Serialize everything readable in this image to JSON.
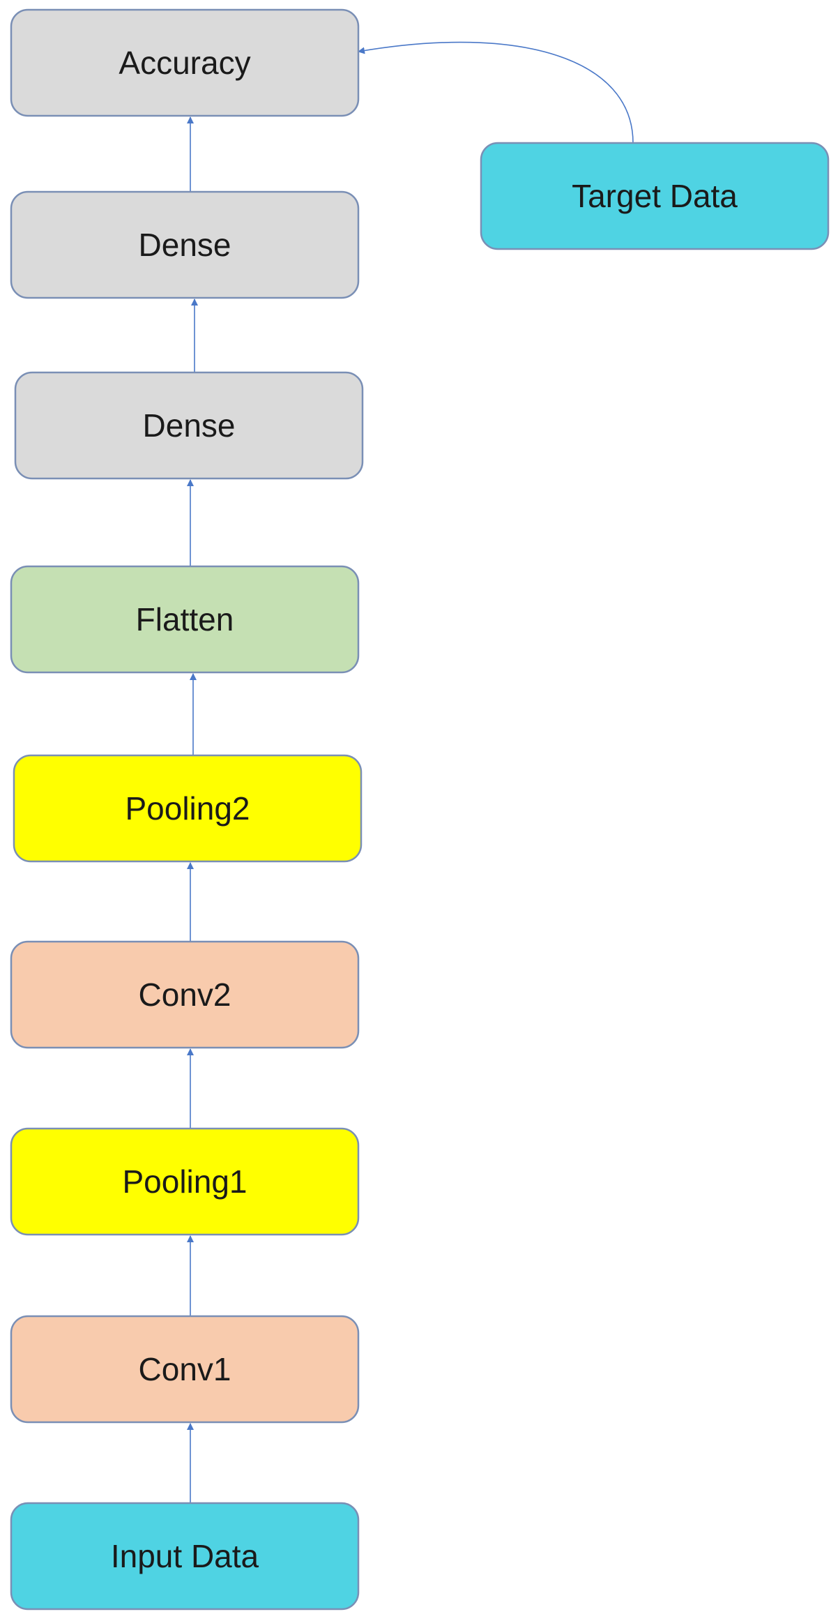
{
  "nodes": [
    {
      "id": "accuracy",
      "label": "Accuracy",
      "fill": "#dadada"
    },
    {
      "id": "dense2",
      "label": "Dense",
      "fill": "#dadada"
    },
    {
      "id": "dense1",
      "label": "Dense",
      "fill": "#dadada"
    },
    {
      "id": "flatten",
      "label": "Flatten",
      "fill": "#c5e0b3"
    },
    {
      "id": "pooling2",
      "label": "Pooling2",
      "fill": "#ffff00"
    },
    {
      "id": "conv2",
      "label": "Conv2",
      "fill": "#f8cbad"
    },
    {
      "id": "pooling1",
      "label": "Pooling1",
      "fill": "#ffff00"
    },
    {
      "id": "conv1",
      "label": "Conv1",
      "fill": "#f8cbad"
    },
    {
      "id": "input",
      "label": "Input Data",
      "fill": "#4fd3e3"
    },
    {
      "id": "target",
      "label": "Target Data",
      "fill": "#4fd3e3"
    }
  ],
  "edges": [
    {
      "from": "input",
      "to": "conv1"
    },
    {
      "from": "conv1",
      "to": "pooling1"
    },
    {
      "from": "pooling1",
      "to": "conv2"
    },
    {
      "from": "conv2",
      "to": "pooling2"
    },
    {
      "from": "pooling2",
      "to": "flatten"
    },
    {
      "from": "flatten",
      "to": "dense1"
    },
    {
      "from": "dense1",
      "to": "dense2"
    },
    {
      "from": "dense2",
      "to": "accuracy"
    },
    {
      "from": "target",
      "to": "accuracy"
    }
  ],
  "colors": {
    "edge": "#4a78c8",
    "border": "#7a8fb5"
  }
}
